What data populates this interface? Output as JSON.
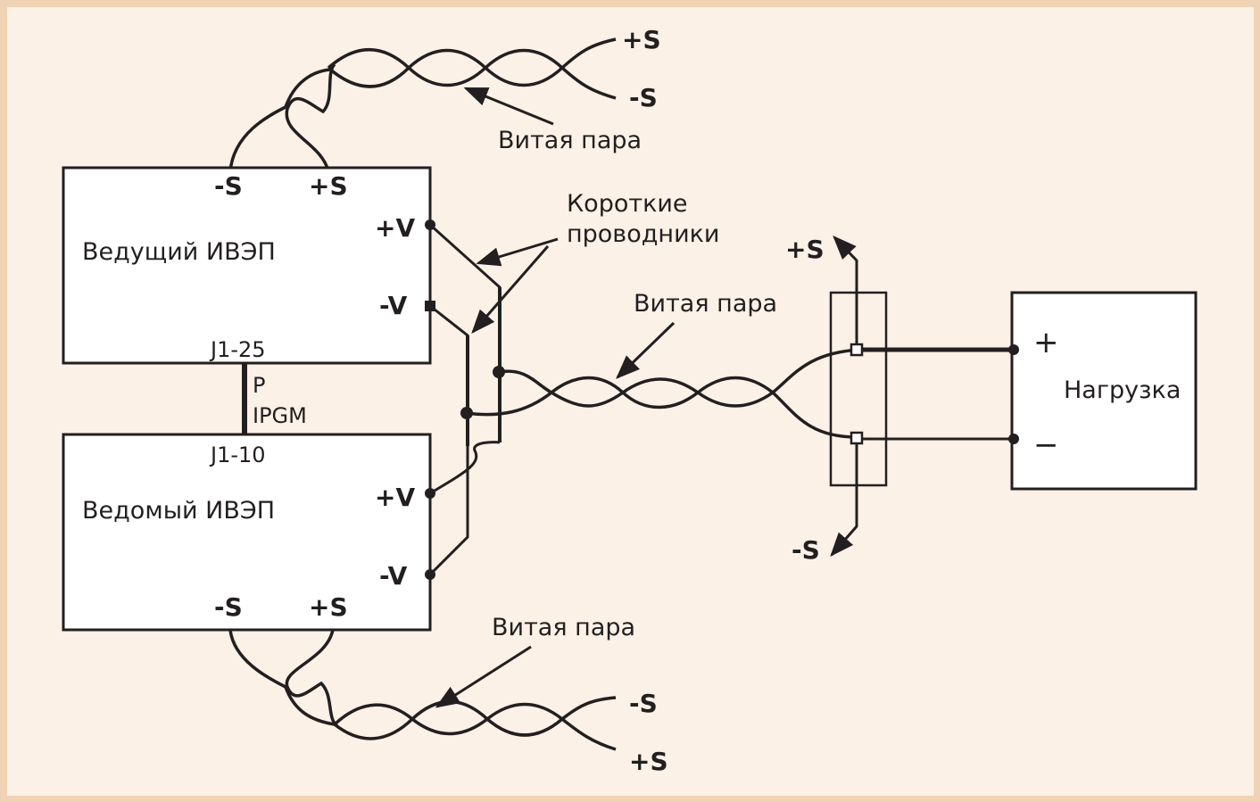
{
  "colors": {
    "frame": "#f0d2b4",
    "background": "#fbf1e6",
    "ink": "#231f20",
    "box_fill": "#ffffff"
  },
  "master": {
    "title": "Ведущий ИВЭП",
    "sense_minus": "-S",
    "sense_plus": "+S",
    "v_plus": "+V",
    "v_minus": "-V",
    "connector": "J1-25"
  },
  "slave": {
    "title": "Ведомый ИВЭП",
    "connector": "J1-10",
    "v_plus": "+V",
    "v_minus": "-V",
    "sense_minus": "-S",
    "sense_plus": "+S"
  },
  "link": {
    "line1": "P",
    "line2": "IPGM"
  },
  "top_pair": {
    "label": "Витая пара",
    "end_plus": "+S",
    "end_minus": "-S"
  },
  "bottom_pair": {
    "label": "Витая пара",
    "end_minus": "-S",
    "end_plus": "+S"
  },
  "middle_pair": {
    "label": "Витая пара"
  },
  "short_wires": {
    "line1": "Короткие",
    "line2": "проводники"
  },
  "sense_arrows": {
    "plus": "+S",
    "minus": "-S"
  },
  "load": {
    "title": "Нагрузка",
    "plus": "+",
    "minus": "−"
  }
}
